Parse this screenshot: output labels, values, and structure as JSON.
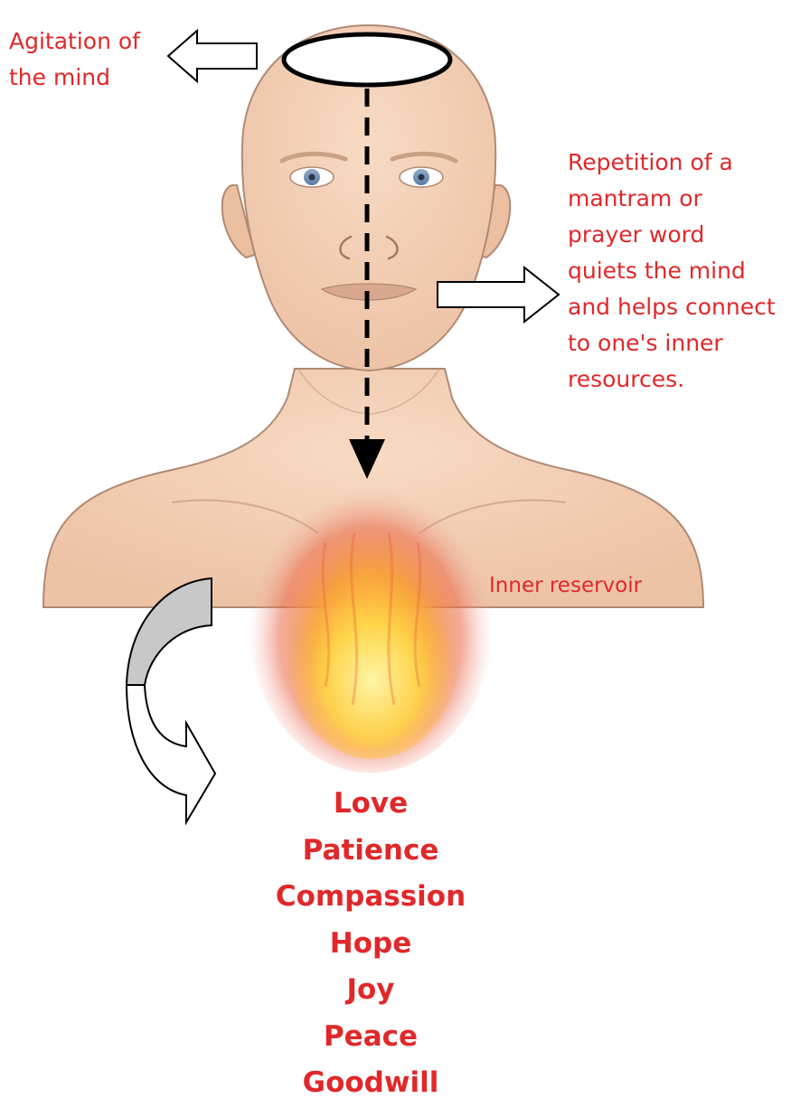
{
  "labels": {
    "agitation": "Agitation of\nthe mind",
    "repetition": "Repetition of a\nmantram or\nprayer word\nquiets the mind\nand helps connect\nto one's inner\nresources.",
    "reservoir": "Inner reservoir"
  },
  "virtues": [
    "Love",
    "Patience",
    "Compassion",
    "Hope",
    "Joy",
    "Peace",
    "Goodwill"
  ],
  "colors": {
    "label_red": "#e0282a",
    "skin": "#f2cdb2",
    "skin_outline": "#b08a74",
    "flame_core": "#ffd64a",
    "flame_outer": "#e8604a"
  },
  "icons": [
    "head-bust",
    "mind-ellipse",
    "dashed-down-arrow",
    "left-arrow",
    "right-arrow",
    "curved-arrow",
    "flame"
  ]
}
